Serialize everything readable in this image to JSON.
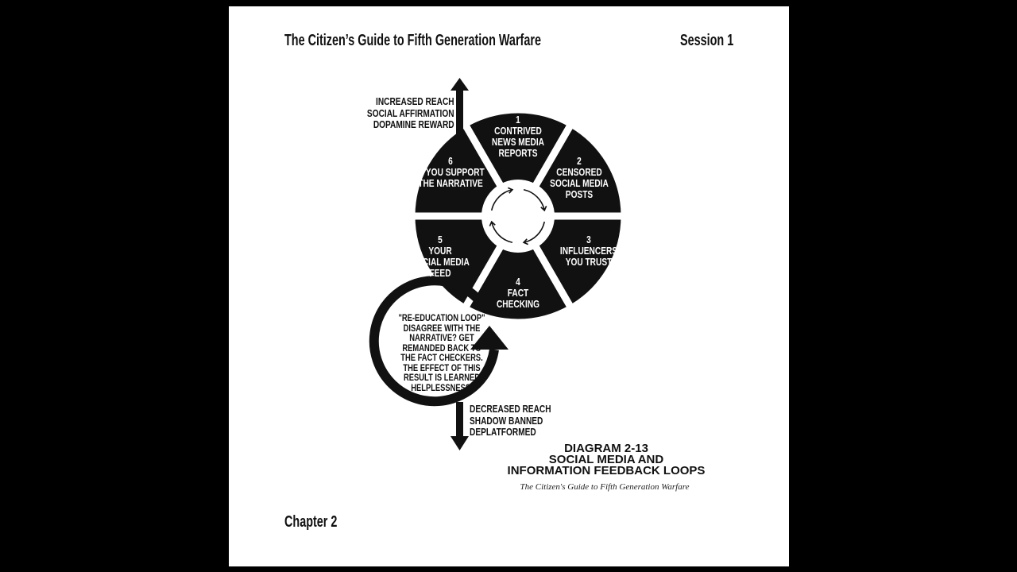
{
  "header": {
    "title": "The Citizen’s Guide to Fifth Generation Warfare",
    "session": "Session 1"
  },
  "footer": {
    "chapter": "Chapter 2"
  },
  "segments": [
    {
      "number": "1",
      "text": "CONTRIVED\nNEWS MEDIA\nREPORTS"
    },
    {
      "number": "2",
      "text": "CENSORED\nSOCIAL MEDIA\nPOSTS"
    },
    {
      "number": "3",
      "text": "INFLUENCERS\nYOU TRUST"
    },
    {
      "number": "4",
      "text": "FACT\nCHECKING"
    },
    {
      "number": "5",
      "text": "YOUR\nSOCIAL MEDIA\nFEED"
    },
    {
      "number": "6",
      "text": "IF YOU SUPPORT\nTHE NARRATIVE"
    }
  ],
  "up_arrow_text": "INCREASED REACH\nSOCIAL AFFIRMATION\nDOPAMINE REWARD",
  "down_arrow_text": "DECREASED REACH\nSHADOW BANNED\nDEPLATFORMED",
  "loop": {
    "title": "\"RE-EDUCATION LOOP\"",
    "text": "DISAGREE WITH THE NARRATIVE? GET REMANDED BACK TO THE FACT CHECKERS. THE EFFECT OF THIS RESULT IS LEARNED HELPLESSNESS."
  },
  "diagram_title": {
    "line1": "DIAGRAM 2-13",
    "line2": "SOCIAL MEDIA AND",
    "line3": "INFORMATION FEEDBACK LOOPS",
    "subtitle": "The Citizen's Guide to Fifth Generation Warfare"
  }
}
